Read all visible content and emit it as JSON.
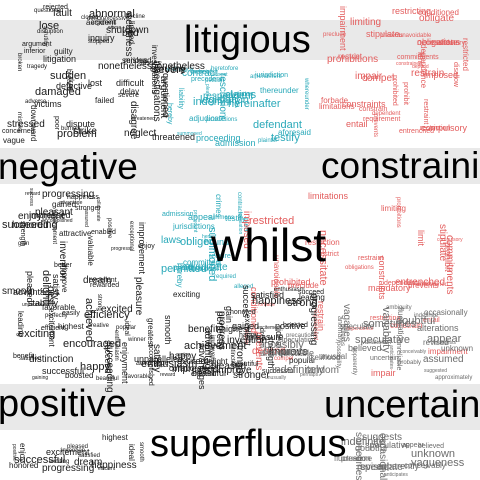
{
  "colors": {
    "positive": "#1a1a1a",
    "modal": "#2aa9b9",
    "constraining": "#e35d5d",
    "uncertainty": "#6d6d6d",
    "band": "#e9e9e9"
  },
  "title_words": {
    "litigious": "litigious",
    "negative": "negative",
    "constraining": "constraining",
    "whilst": "whilst",
    "positive": "positive",
    "uncertainty": "uncertainty",
    "superfluous": "superfluous"
  },
  "words": {
    "negative_sm": [
      "threatened",
      "severe",
      "questioned",
      "investigations",
      "scrutiny",
      "argument",
      "nonetheless",
      "argument",
      "inquiry",
      "drag",
      "breach",
      "victims",
      "litigation",
      "excessive",
      "guilty",
      "tragedy",
      "abnormal",
      "mistake",
      "neglect",
      "vague",
      "inferior",
      "disruption",
      "mislead",
      "failed",
      "damaged",
      "disagree",
      "concerned",
      "downward",
      "accident",
      "rejected",
      "weakness",
      "difficult",
      "decline",
      "dispute",
      "adverse",
      "closed",
      "lost",
      "broken",
      "poor",
      "delay",
      "defective",
      "shutdown",
      "strike",
      "problem",
      "fault",
      "serious",
      "sudden",
      "worse",
      "deficit",
      "bad",
      "lose",
      "losses",
      "stopped",
      "stressed",
      "burned",
      "limited",
      "worried",
      "incapable",
      "termination",
      "penalty",
      "suspend",
      "suspect",
      "confusion",
      "crisis",
      "weak",
      "doubt",
      "adversely",
      "concern",
      "disappointed",
      "risk"
    ],
    "positive_sm": [
      "positive",
      "invention",
      "smooth",
      "improvement",
      "pleasure",
      "perfectly",
      "reward",
      "strength",
      "happy",
      "enthusiasm",
      "beautiful",
      "stronger",
      "advantage",
      "improve",
      "succeeding",
      "impressed",
      "advantages",
      "favorable",
      "unparalleled",
      "satisfy",
      "delight",
      "distinction",
      "accomplished",
      "achievement",
      "enjoyment",
      "greatest",
      "stability",
      "enabled",
      "efficiency",
      "pleasant",
      "gaining",
      "encouraged",
      "rewarded",
      "valuable",
      "creative",
      "achieved",
      "easily",
      "assured",
      "exceptional",
      "better",
      "winner",
      "best",
      "attractive",
      "progress",
      "collaborate",
      "boosted",
      "excellent",
      "popular",
      "succeed",
      "success",
      "gained",
      "excited",
      "strong",
      "benefit",
      "gain",
      "leading",
      "successful",
      "highest",
      "enjoy",
      "ideal",
      "honored",
      "pleased",
      "happiness",
      "satisfied",
      "exciting",
      "excitement",
      "dream",
      "efficient",
      "progressing"
    ],
    "modal_sm": [
      "negative",
      "affirmative",
      "mitigation",
      "unheard",
      "accordance",
      "affidavit",
      "appeal",
      "allegation",
      "claims",
      "hereinafter",
      "respondent",
      "heretofore",
      "thereunder",
      "jurisdiction",
      "liability",
      "petition",
      "whereunder",
      "aforesaid",
      "plaintiff",
      "consent",
      "ordinance",
      "contract",
      "convenience",
      "proceeding",
      "defendant",
      "rescission",
      "indemnify",
      "amendment",
      "jurisdictions",
      "legislation",
      "admission",
      "adjudicate",
      "precedent",
      "hereby",
      "plead",
      "testify",
      "hereof",
      "summoned",
      "appeal",
      "plea",
      "contracted",
      "summons",
      "crimes",
      "law",
      "laws",
      "permitted",
      "obliged",
      "alleged",
      "committed",
      "require",
      "required",
      "forbidden",
      "bound",
      "prevent",
      "prevented"
    ],
    "constraining_sm": [
      "restricted",
      "imposed",
      "constraints",
      "prohibited",
      "requirement",
      "mandatory",
      "restrict",
      "restriction",
      "restricting",
      "compel",
      "impair",
      "prevents",
      "limiting",
      "preclude",
      "restrain",
      "restraint",
      "obligate",
      "necessitate",
      "commitments",
      "compulsory",
      "obligations",
      "dependent",
      "depend",
      "dependence",
      "entail",
      "entrenched",
      "limitations",
      "prohibit",
      "prohibitions",
      "constrained",
      "constrain",
      "forbade",
      "impairment",
      "limit",
      "conditioned",
      "unavoidable",
      "prevents",
      "disallow",
      "stipulate"
    ],
    "uncertainty_sm": [
      "approximately",
      "possibility",
      "probably",
      "vagaries",
      "uncertain",
      "alterations",
      "assumed",
      "believes",
      "suggested",
      "doubtful",
      "appear",
      "sometimes",
      "apparently",
      "indefinite",
      "occasionally",
      "anticipates",
      "conceivably",
      "suggests",
      "believed",
      "revised",
      "fluctuation",
      "speculate",
      "speculative",
      "unknown",
      "vagueness",
      "presume",
      "variable",
      "unclear",
      "seldom",
      "approximate",
      "maybe",
      "precaution",
      "unpredictable",
      "unusual",
      "indefinitely",
      "speculation",
      "unusually",
      "likelihood",
      "depend",
      "random",
      "perhaps",
      "possibly",
      "tentative",
      "exposure",
      "nearly",
      "unproven",
      "unsure",
      "risks",
      "depending",
      "variations",
      "unreliable",
      "anomaly",
      "variability",
      "ambiguity"
    ]
  }
}
